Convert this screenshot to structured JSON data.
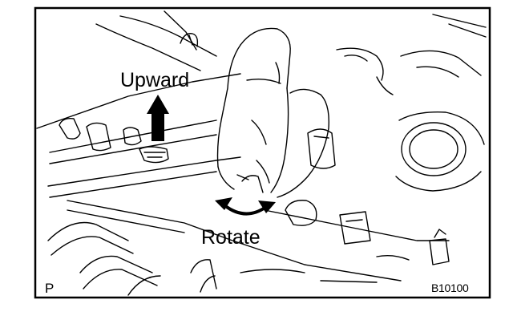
{
  "labels": {
    "upward": "Upward",
    "rotate": "Rotate",
    "panel_letter": "P",
    "figure_code": "B10100"
  },
  "icons": {
    "upward_arrow": "upward-arrow-icon",
    "rotate_arrow": "rotate-arrow-icon"
  },
  "colors": {
    "ink": "#000000",
    "paper": "#ffffff"
  }
}
